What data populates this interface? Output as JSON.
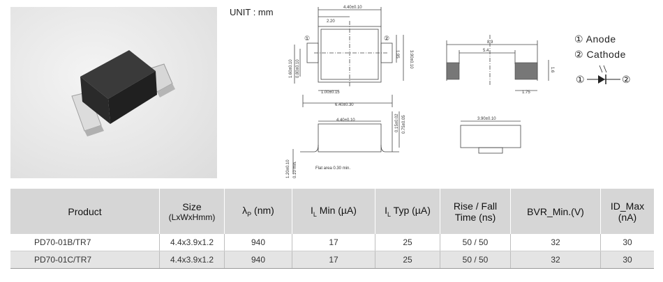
{
  "unit_label": "UNIT : mm",
  "dimensions": {
    "top_width": "4.40±0.10",
    "top_offset": "2.20",
    "right_h1": "1.95",
    "right_h2": "3.90±0.10",
    "left_v1": "1.60±0.10",
    "left_v2": "0.80±0.10",
    "pad": "1.00±0.15",
    "total_width": "6.40±0.30",
    "side_width": "4.40±0.10",
    "side_t1": "0.15±0.02",
    "side_t2": "0.75±0.05",
    "side_h1": "1.20±0.10",
    "side_h2": "0.10 min.",
    "flat_note": "Flat area 0.30 min.",
    "pad_total": "8.9",
    "pad_inner": "5.4",
    "pad_h": "1.6",
    "pad_w": "1.75",
    "end_width": "3.90±0.10",
    "pin1": "①",
    "pin2": "②"
  },
  "legend": {
    "anode": "① Anode",
    "cathode": "② Cathode",
    "pin1": "①",
    "pin2": "②"
  },
  "table": {
    "headers": {
      "product": "Product",
      "size": "Size",
      "size_sub": "(LxWxHmm)",
      "lambda": "λ",
      "lambda_sub": "P",
      "lambda_unit": " (nm)",
      "il_min_pre": "I",
      "il_min_sub": "L",
      "il_min": "  Min (µA)",
      "il_typ_pre": "I",
      "il_typ_sub": "L",
      "il_typ": "  Typ (µA)",
      "rise": "Rise / Fall",
      "rise2": "Time (ns)",
      "bvr": "BVR_Min.(V)",
      "id": "ID_Max (nA)"
    },
    "rows": [
      {
        "product": "PD70-01B/TR7",
        "size": "4.4x3.9x1.2",
        "lambda": "940",
        "il_min": "17",
        "il_typ": "25",
        "rise": "50 / 50",
        "bvr": "32",
        "id": "30"
      },
      {
        "product": "PD70-01C/TR7",
        "size": "4.4x3.9x1.2",
        "lambda": "940",
        "il_min": "17",
        "il_typ": "25",
        "rise": "50 / 50",
        "bvr": "32",
        "id": "30"
      }
    ]
  }
}
